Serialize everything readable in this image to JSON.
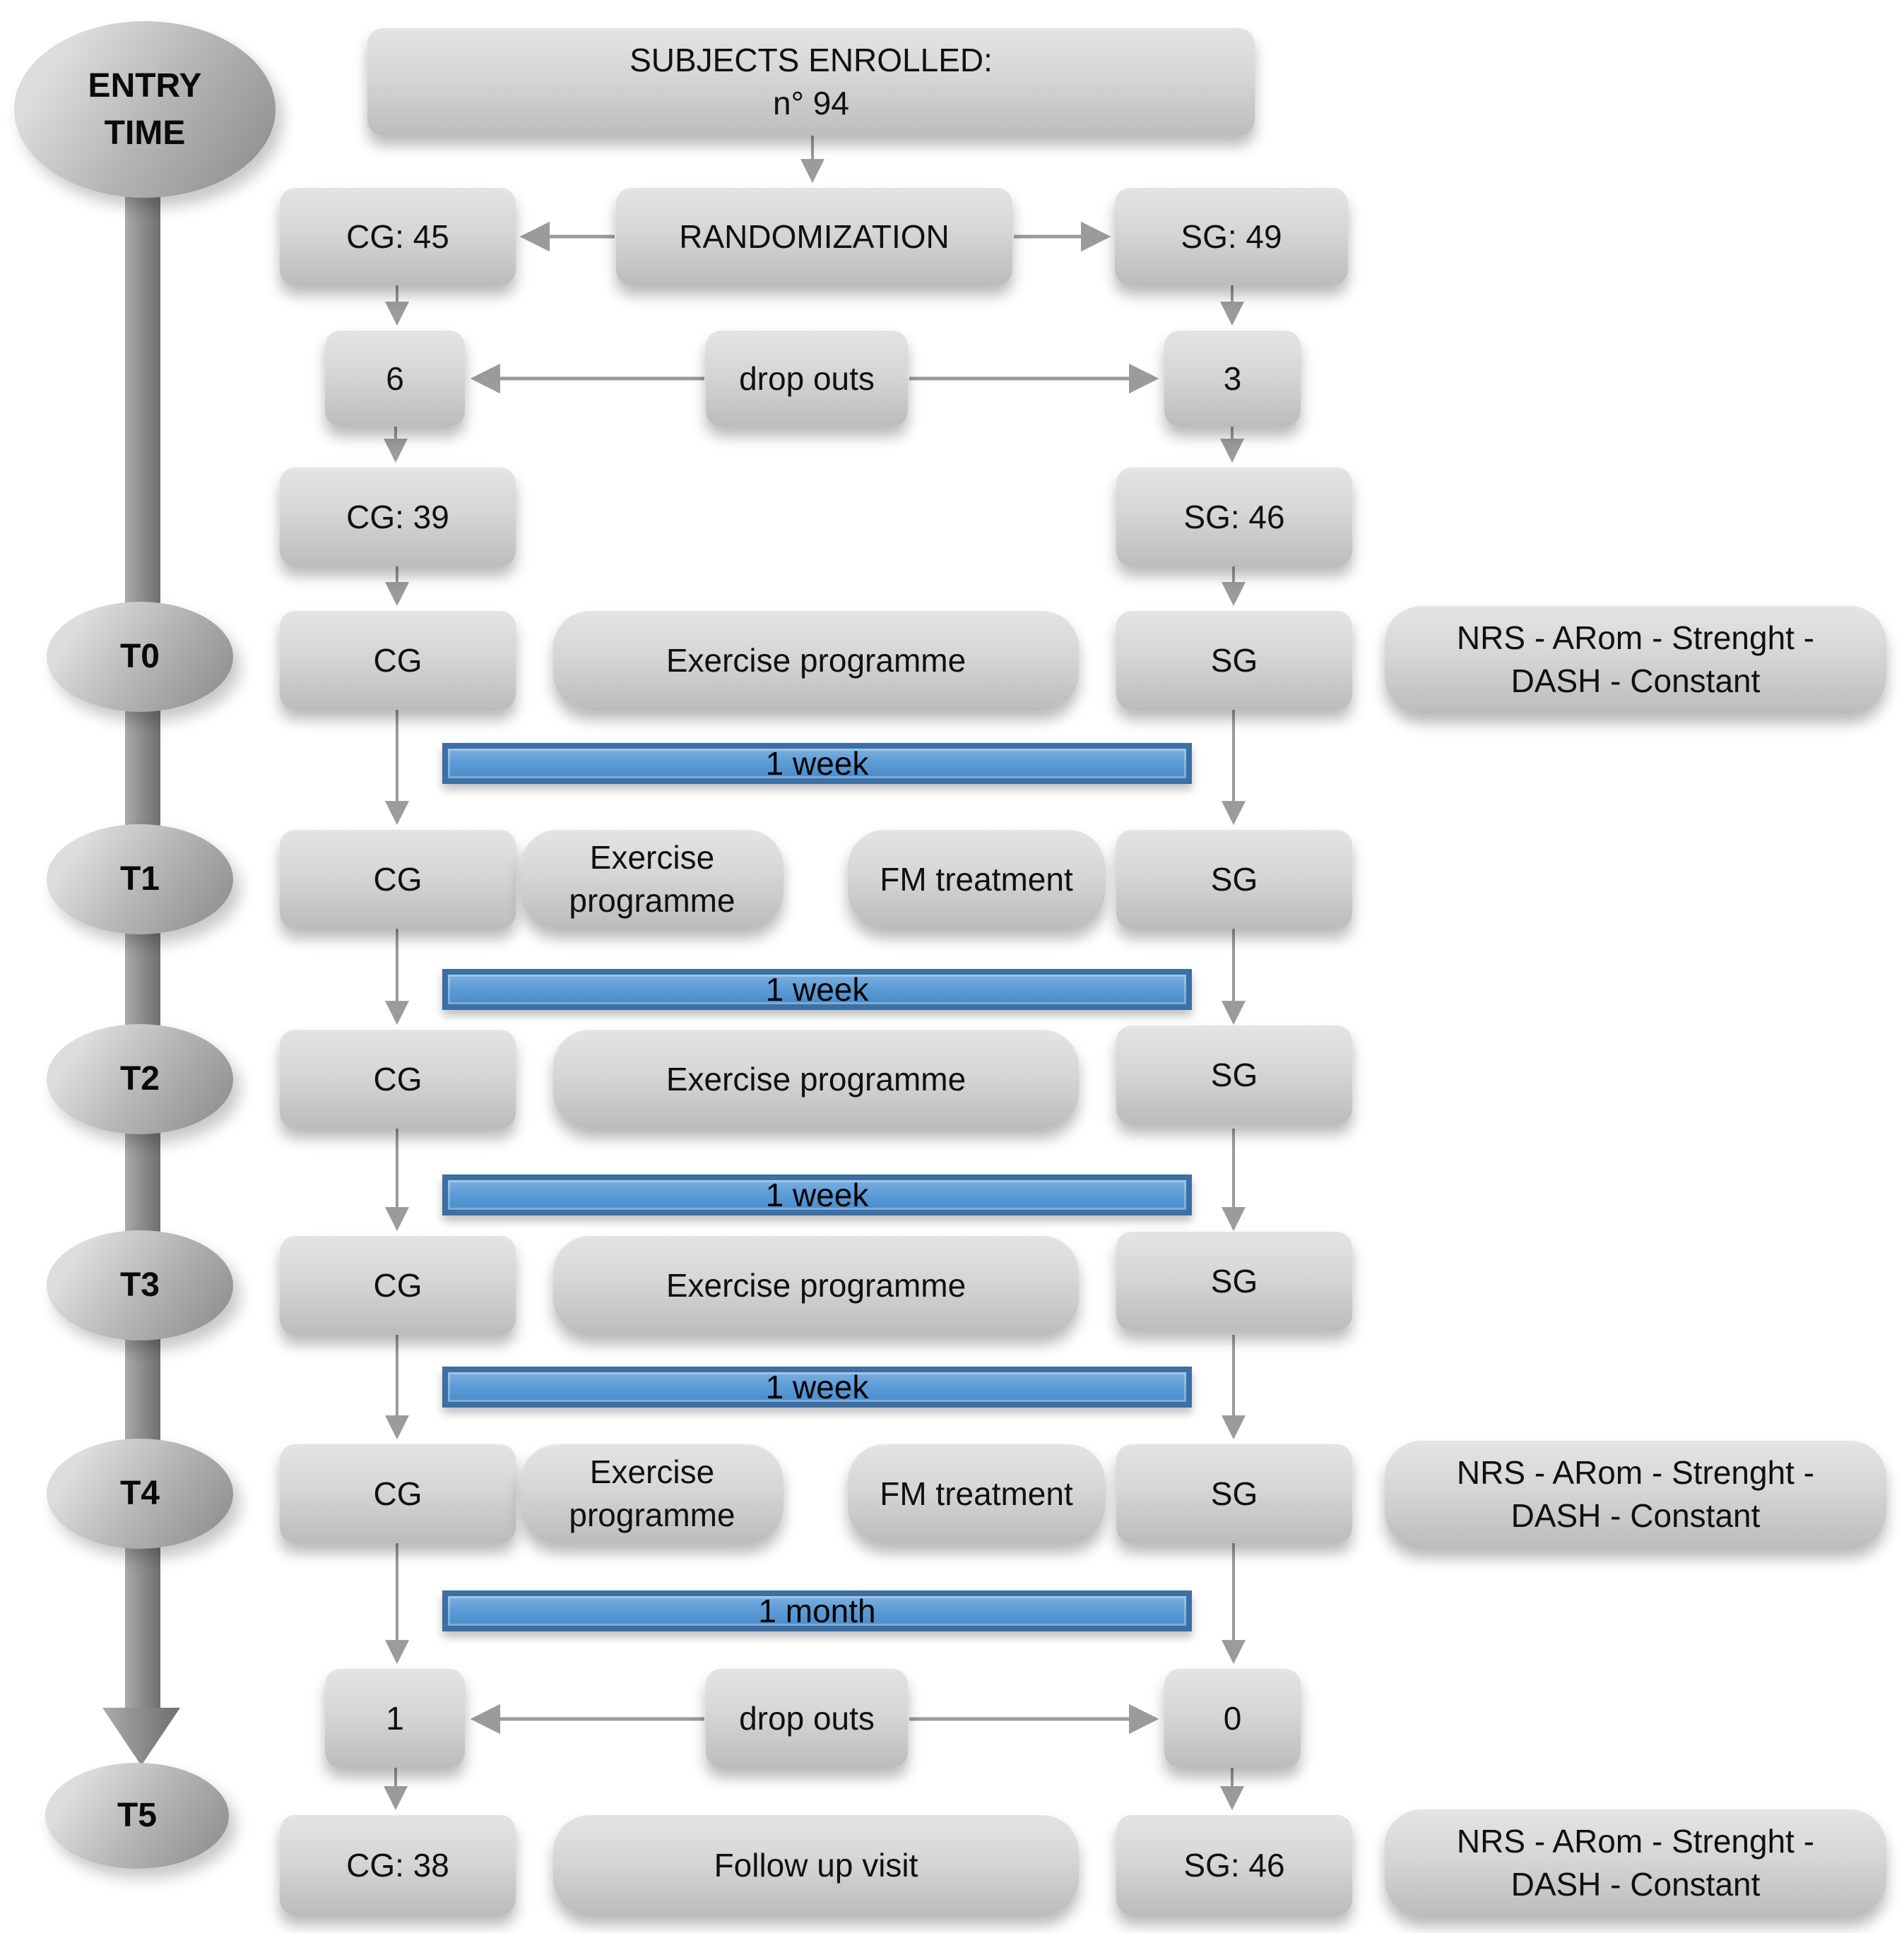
{
  "timeline": {
    "entry_line1": "ENTRY",
    "entry_line2": "TIME",
    "milestones": [
      "T0",
      "T1",
      "T2",
      "T3",
      "T4",
      "T5"
    ]
  },
  "enrollment": {
    "subjects_line1": "SUBJECTS ENROLLED:",
    "subjects_line2": "n° 94",
    "randomization": "RANDOMIZATION",
    "cg_randomized": "CG: 45",
    "sg_randomized": "SG: 49"
  },
  "dropouts_initial": {
    "label": "drop outs",
    "cg": "6",
    "sg": "3"
  },
  "after_dropouts": {
    "cg": "CG: 39",
    "sg": "SG: 46"
  },
  "rows": {
    "t0": {
      "cg": "CG",
      "exercise": "Exercise programme",
      "sg": "SG"
    },
    "t1": {
      "cg": "CG",
      "exercise": "Exercise programme",
      "fm": "FM treatment",
      "sg": "SG"
    },
    "t2": {
      "cg": "CG",
      "exercise": "Exercise programme",
      "sg": "SG"
    },
    "t3": {
      "cg": "CG",
      "exercise": "Exercise programme",
      "sg": "SG"
    },
    "t4": {
      "cg": "CG",
      "exercise": "Exercise programme",
      "fm": "FM treatment",
      "sg": "SG"
    },
    "t5": {
      "cg": "CG: 38",
      "followup": "Follow up visit",
      "sg": "SG: 46"
    }
  },
  "assessment": {
    "line1": "NRS - ARom - Strenght -",
    "line2": "DASH - Constant"
  },
  "intervals": {
    "items": [
      "1 week",
      "1 week",
      "1 week",
      "1 week",
      "1 month"
    ]
  },
  "dropouts_final": {
    "label": "drop outs",
    "cg": "1",
    "sg": "0"
  },
  "colors": {
    "bar_blue": "#5b9bd5",
    "bar_border": "#3c6fa3",
    "box_gray": "#d4d4d4",
    "arrow_gray": "#9b9b9b",
    "timeline_gray": "#8a8a8a"
  }
}
